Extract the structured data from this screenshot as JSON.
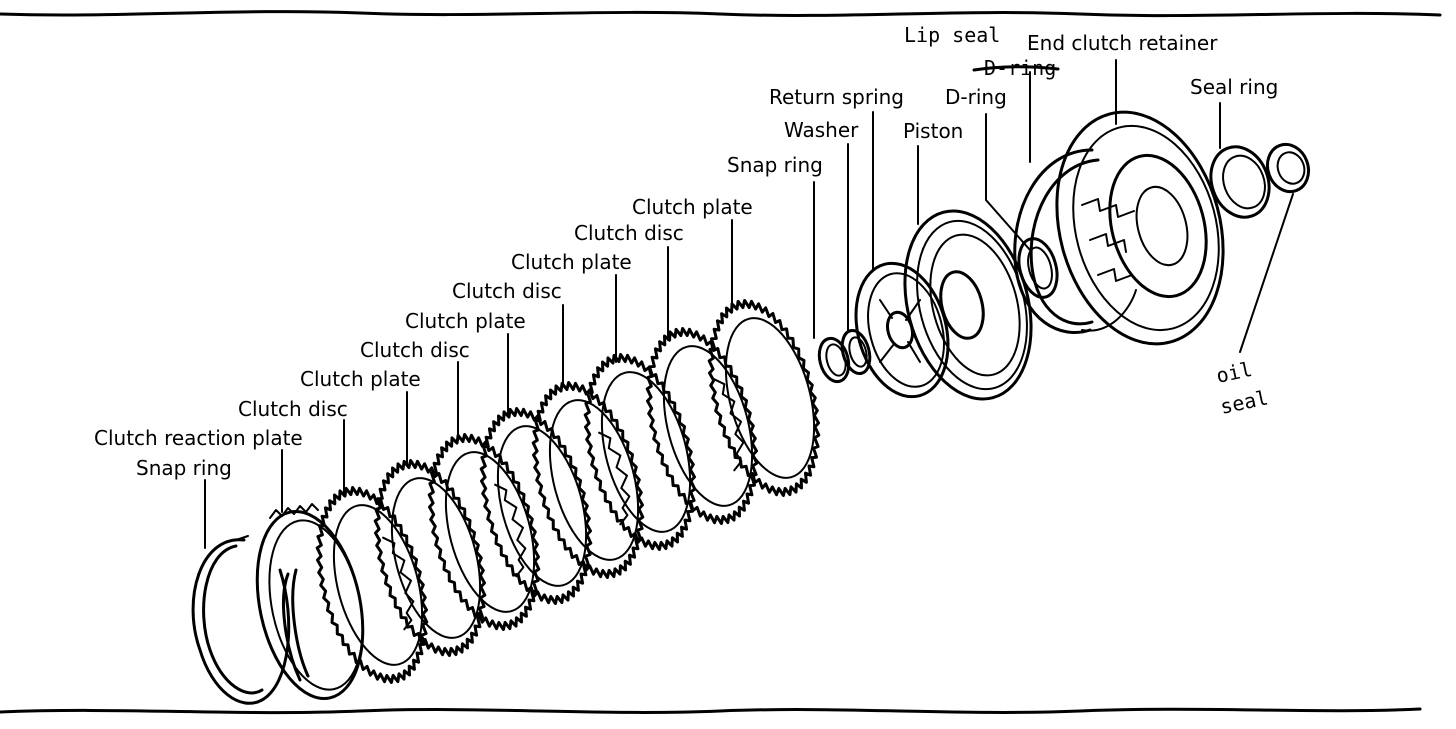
{
  "diagram": {
    "labels": {
      "snap_ring_front": "Snap ring",
      "clutch_reaction_plate": "Clutch reaction plate",
      "clutch_disc_1": "Clutch disc",
      "clutch_plate_1": "Clutch plate",
      "clutch_disc_2": "Clutch disc",
      "clutch_plate_2": "Clutch plate",
      "clutch_disc_3": "Clutch disc",
      "clutch_plate_3": "Clutch plate",
      "clutch_disc_4": "Clutch disc",
      "clutch_plate_4": "Clutch plate",
      "snap_ring_rear": "Snap ring",
      "washer": "Washer",
      "return_spring": "Return spring",
      "piston": "Piston",
      "d_ring": "D-ring",
      "d_ring_struck": "D-ring",
      "lip_seal": "Lip seal",
      "end_clutch_retainer": "End clutch retainer",
      "seal_ring": "Seal ring",
      "oil_seal_line1": "oil",
      "oil_seal_line2": "seal"
    }
  }
}
